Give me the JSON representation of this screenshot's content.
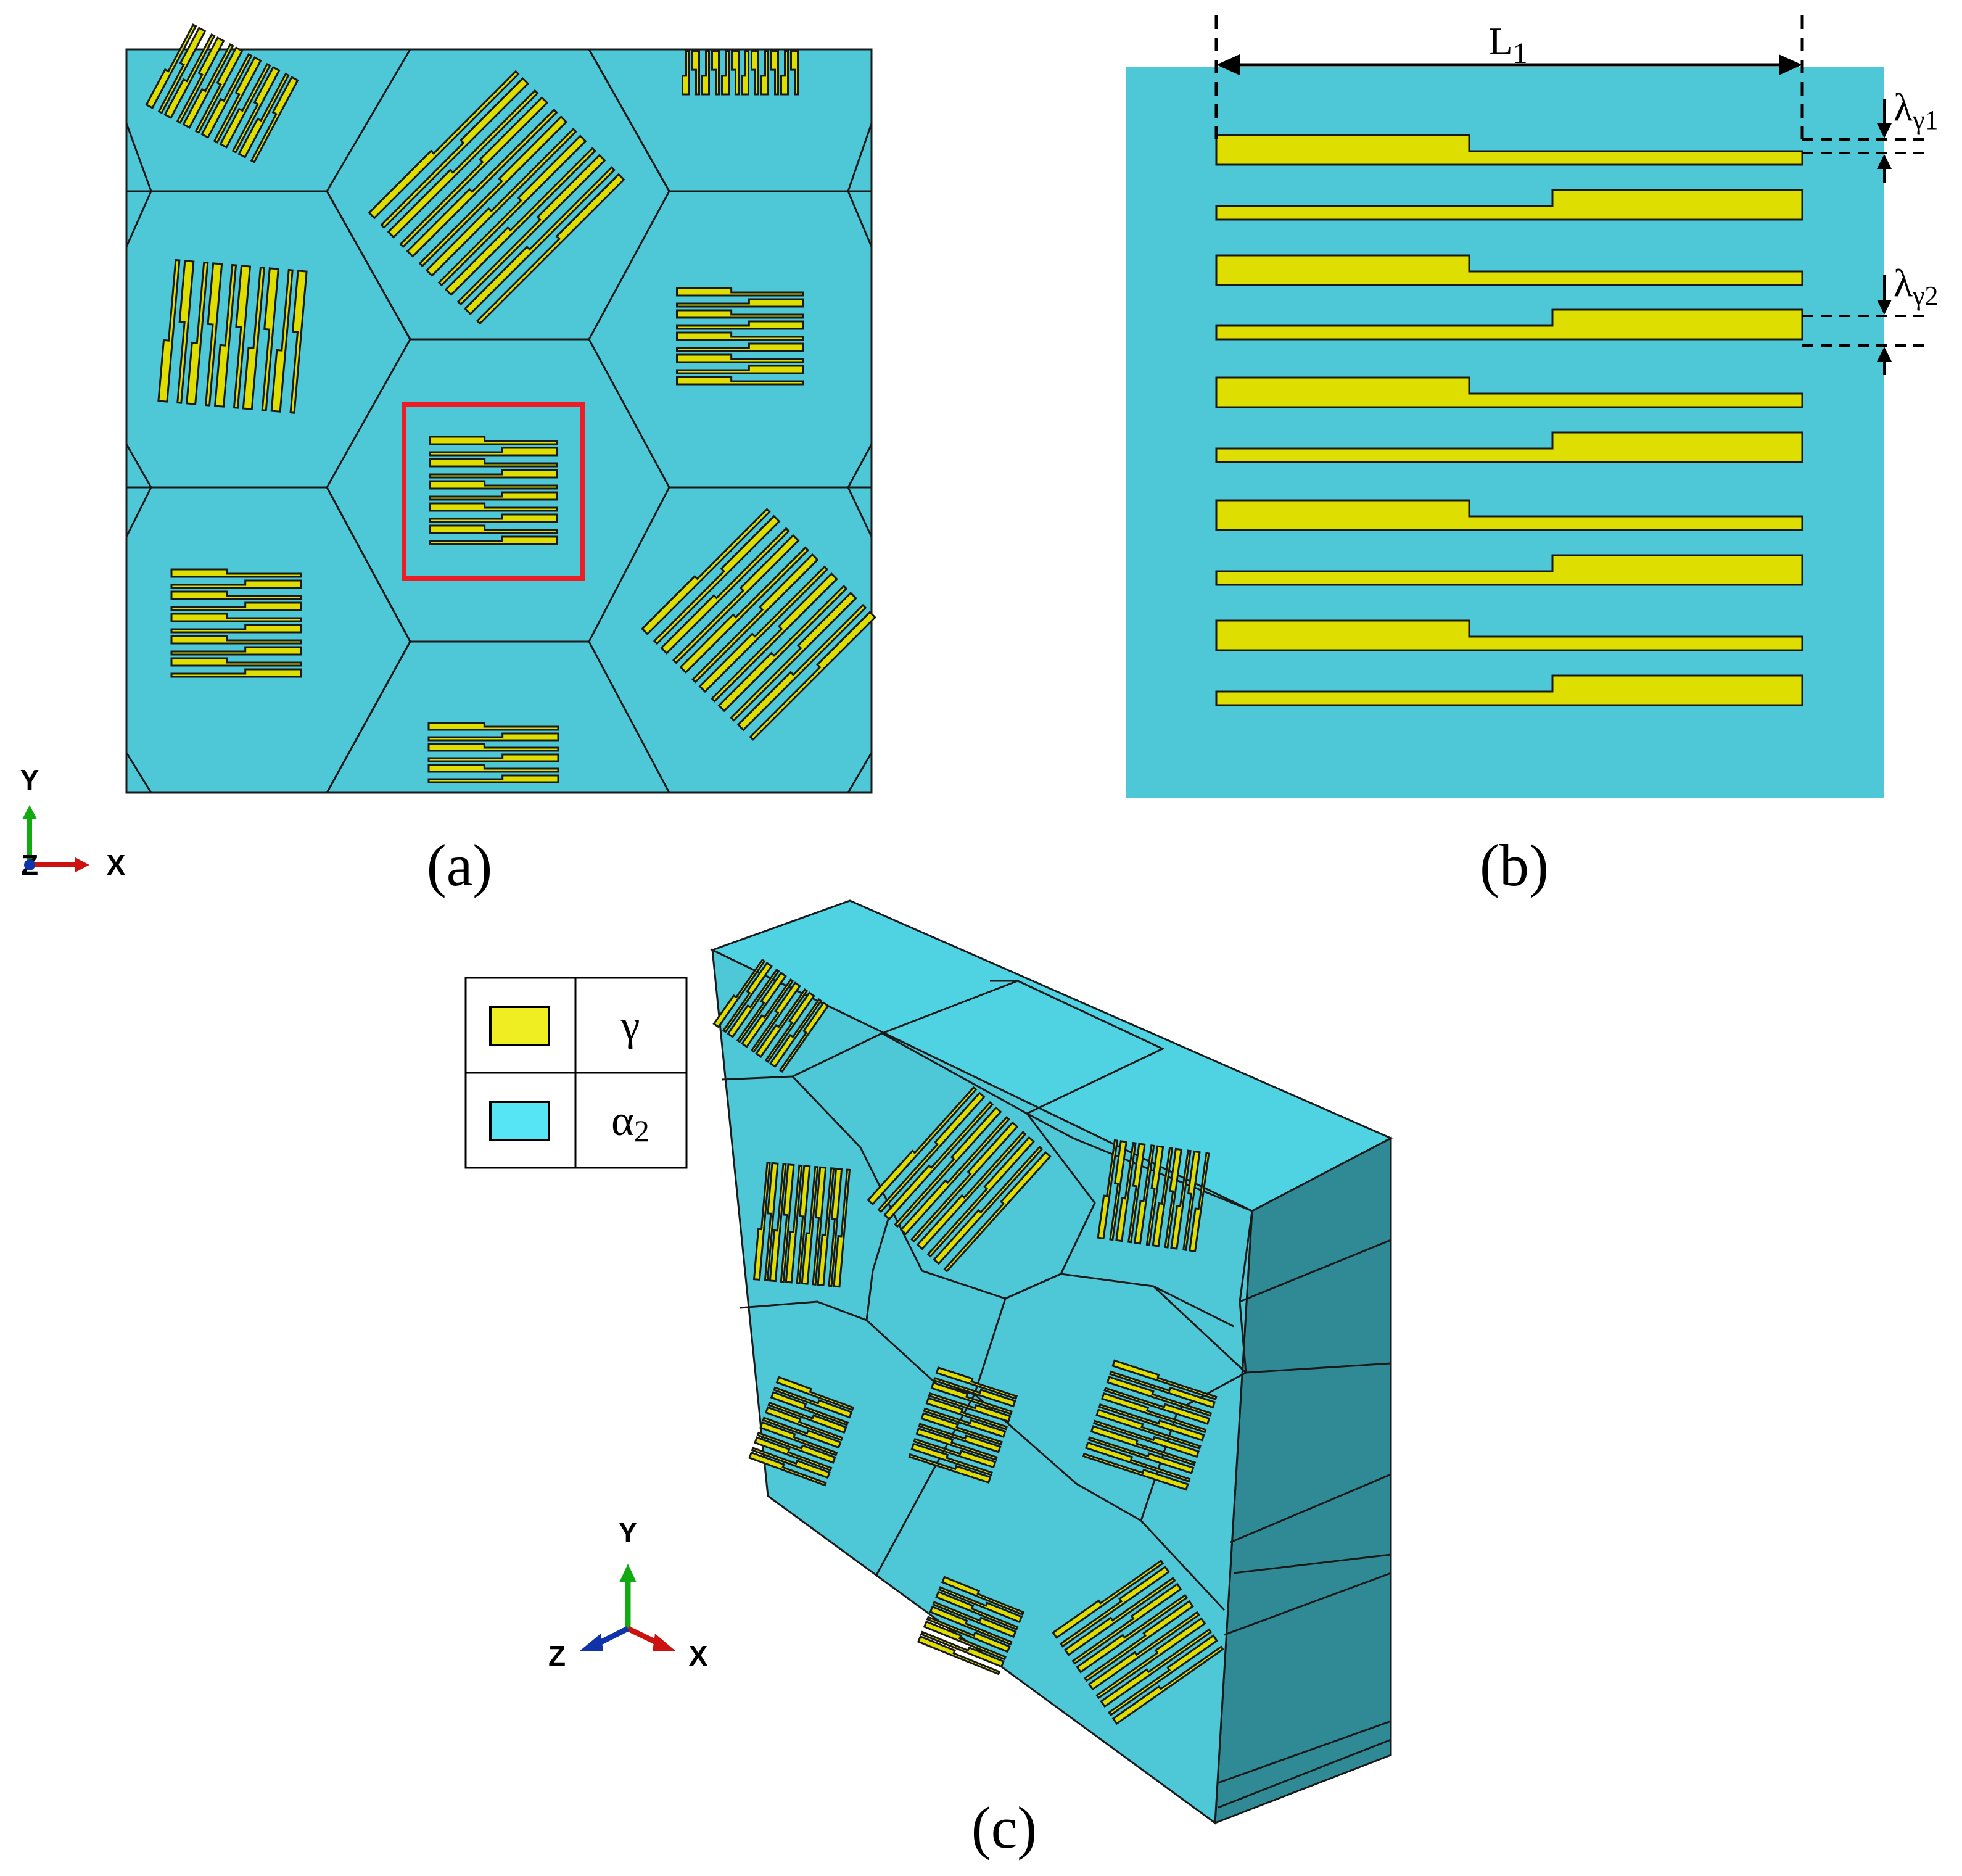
{
  "colors": {
    "alpha2": "#4ec7d6",
    "gamma": "#dede00",
    "highlight": "#ee1c25",
    "grain_boundary": "#1a1a1a",
    "side_face": "#2f8a96",
    "top_face": "#4fd3e3",
    "axis_x": "#cc1111",
    "axis_y": "#11aa11",
    "axis_z": "#1133aa"
  },
  "panel_a": {
    "caption": "(a)",
    "triad": {
      "y": "Y",
      "x": "X",
      "z": "Z"
    }
  },
  "panel_b": {
    "caption": "(b)",
    "dimension_L": "L",
    "dimension_L_sub": "1",
    "lambda1": "λ",
    "lambda1_sub": "γ1",
    "lambda2": "λ",
    "lambda2_sub": "γ2"
  },
  "panel_c": {
    "caption": "(c)",
    "triad": {
      "y": "Y",
      "x": "X",
      "z": "Z"
    }
  },
  "legend": {
    "items": [
      {
        "symbol": "γ",
        "color_key": "gamma"
      },
      {
        "symbol": "α",
        "subscript": "2",
        "color_key": "alpha2"
      }
    ]
  }
}
